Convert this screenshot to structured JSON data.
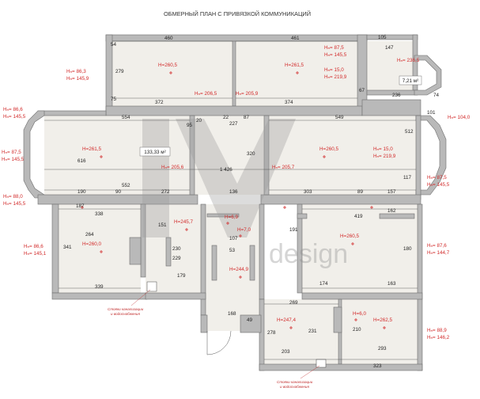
{
  "title": "ОБМЕРНЫЙ ПЛАН С ПРИВЯЗКОЙ КОММУНИКАЦИЙ",
  "watermark": "design",
  "total_area": "133,33 м²",
  "small_area": "7,21 м²",
  "room_heights": {
    "r1": "H=260,5",
    "r2": "H=261,5",
    "r3": "H=261,5",
    "r4": "H=260,5",
    "r5": "H=245,7",
    "r6": "H=260,0",
    "r7": "H=244,9",
    "r8": "H=260,5",
    "r9": "H=247,4",
    "r10": "H=262,5",
    "r11": "H=6,9",
    "r12": "H=7,0",
    "r13": "H=6,0"
  },
  "window_labels": {
    "w_tl_a": "Hₙ= 86,3",
    "w_tl_b": "Hₙ= 145,9",
    "w_l1_a": "Hₙ= 86,6",
    "w_l1_b": "Hₙ= 145,5",
    "w_l2_a": "Hₙ= 87,5",
    "w_l2_b": "Hₙ= 145,5",
    "w_l3_a": "Hₙ= 88,0",
    "w_l3_b": "Hₙ= 145,5",
    "w_l4_a": "Hₙ= 86,6",
    "w_l4_b": "Hₙ= 145,1",
    "w_tr_a": "Hₙ= 87,5",
    "w_tr_b": "Hₙ= 145,5",
    "w_bay": "Hₙ= 236,5",
    "w_r1": "Hₙ= 104,0",
    "w_r2_a": "Hₙ= 87,5",
    "w_r2_b": "Hₙ= 145,5",
    "w_r3_a": "Hₙ= 87,6",
    "w_r3_b": "Hₙ= 144,7",
    "w_r4_a": "Hₙ= 88,9",
    "w_r4_b": "Hₙ= 146,2",
    "d1_a": "Hₙ= 15,0",
    "d1_b": "Hₙ= 219,9",
    "d2_a": "Hₙ= 15,0",
    "d2_b": "Hₙ= 219,9",
    "d3": "Hₙ= 206,5",
    "d4": "Hₙ= 205,9",
    "d5": "Hₙ= 205,6",
    "d6": "Hₙ= 205,7"
  },
  "dims": {
    "a460": "460",
    "a461": "461",
    "a105": "105",
    "a147": "147",
    "a54": "54",
    "a279": "279",
    "a75": "75",
    "a372": "372",
    "a374": "374",
    "a67": "67",
    "a236": "236",
    "a74": "74",
    "a554": "554",
    "a549": "549",
    "a95": "95",
    "a20": "20",
    "a22": "22",
    "a87": "87",
    "a227": "227",
    "a616": "616",
    "a552": "552",
    "a1426": "1 426",
    "a320": "320",
    "a190": "190",
    "a90": "90",
    "a272": "272",
    "a136": "136",
    "a303": "303",
    "a89": "89",
    "a157": "157",
    "a187": "187",
    "a338": "338",
    "a162": "162",
    "a419": "419",
    "a264": "264",
    "a341": "341",
    "a339": "339",
    "a151": "151",
    "a230": "230",
    "a229": "229",
    "a179": "179",
    "a107": "107",
    "a53": "53",
    "a191": "191",
    "a174": "174",
    "a163": "163",
    "a180": "180",
    "a269": "269",
    "a231": "231",
    "a278": "278",
    "a203": "203",
    "a293": "293",
    "a323": "323",
    "a168": "168",
    "a49": "49",
    "a101": "101",
    "a117": "117",
    "a512": "512",
    "a210": "210"
  },
  "notes": {
    "n1_a": "Стояки канализации",
    "n1_b": "и водоснабжения",
    "n2_a": "Стояки канализации",
    "n2_b": "и водоснабжения"
  }
}
